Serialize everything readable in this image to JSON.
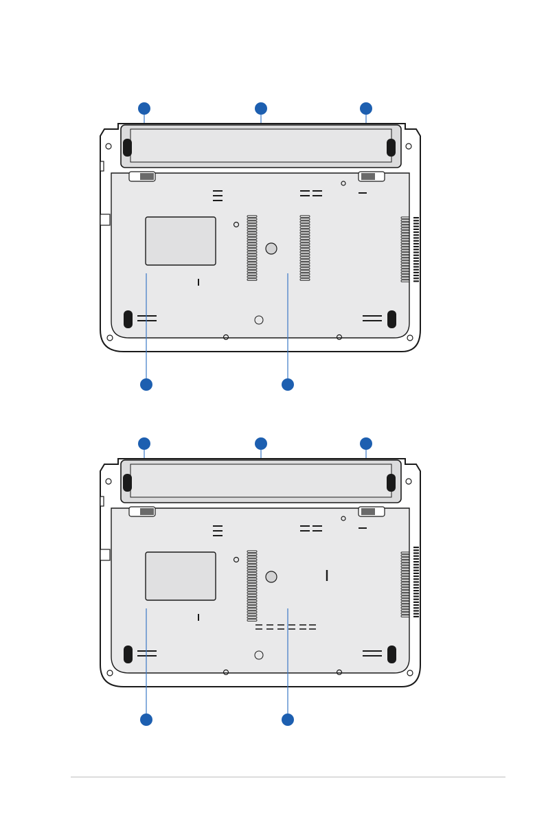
{
  "page": {
    "background": "#ffffff"
  },
  "colors": {
    "callout": "#1d5fb0",
    "leader_line": "#3a78c6",
    "outline": "#1a1a1a",
    "panel": "#e9e9ea",
    "battery": "#dcdcdd",
    "footer_rule": "#bdbdbd"
  },
  "figures": [
    {
      "name": "bottom-view-model-a",
      "callouts_top": [
        "left-battery-lock-callout",
        "battery-pack-callout",
        "right-battery-lock-callout"
      ],
      "callouts_bottom": [
        "hdd-compartment-callout",
        "memory-compartment-callout"
      ],
      "vent_style": "twin-vents"
    },
    {
      "name": "bottom-view-model-b",
      "callouts_top": [
        "left-battery-lock-callout",
        "battery-pack-callout",
        "right-battery-lock-callout"
      ],
      "callouts_bottom": [
        "hdd-compartment-callout",
        "memory-compartment-callout"
      ],
      "vent_style": "single-vent"
    }
  ]
}
